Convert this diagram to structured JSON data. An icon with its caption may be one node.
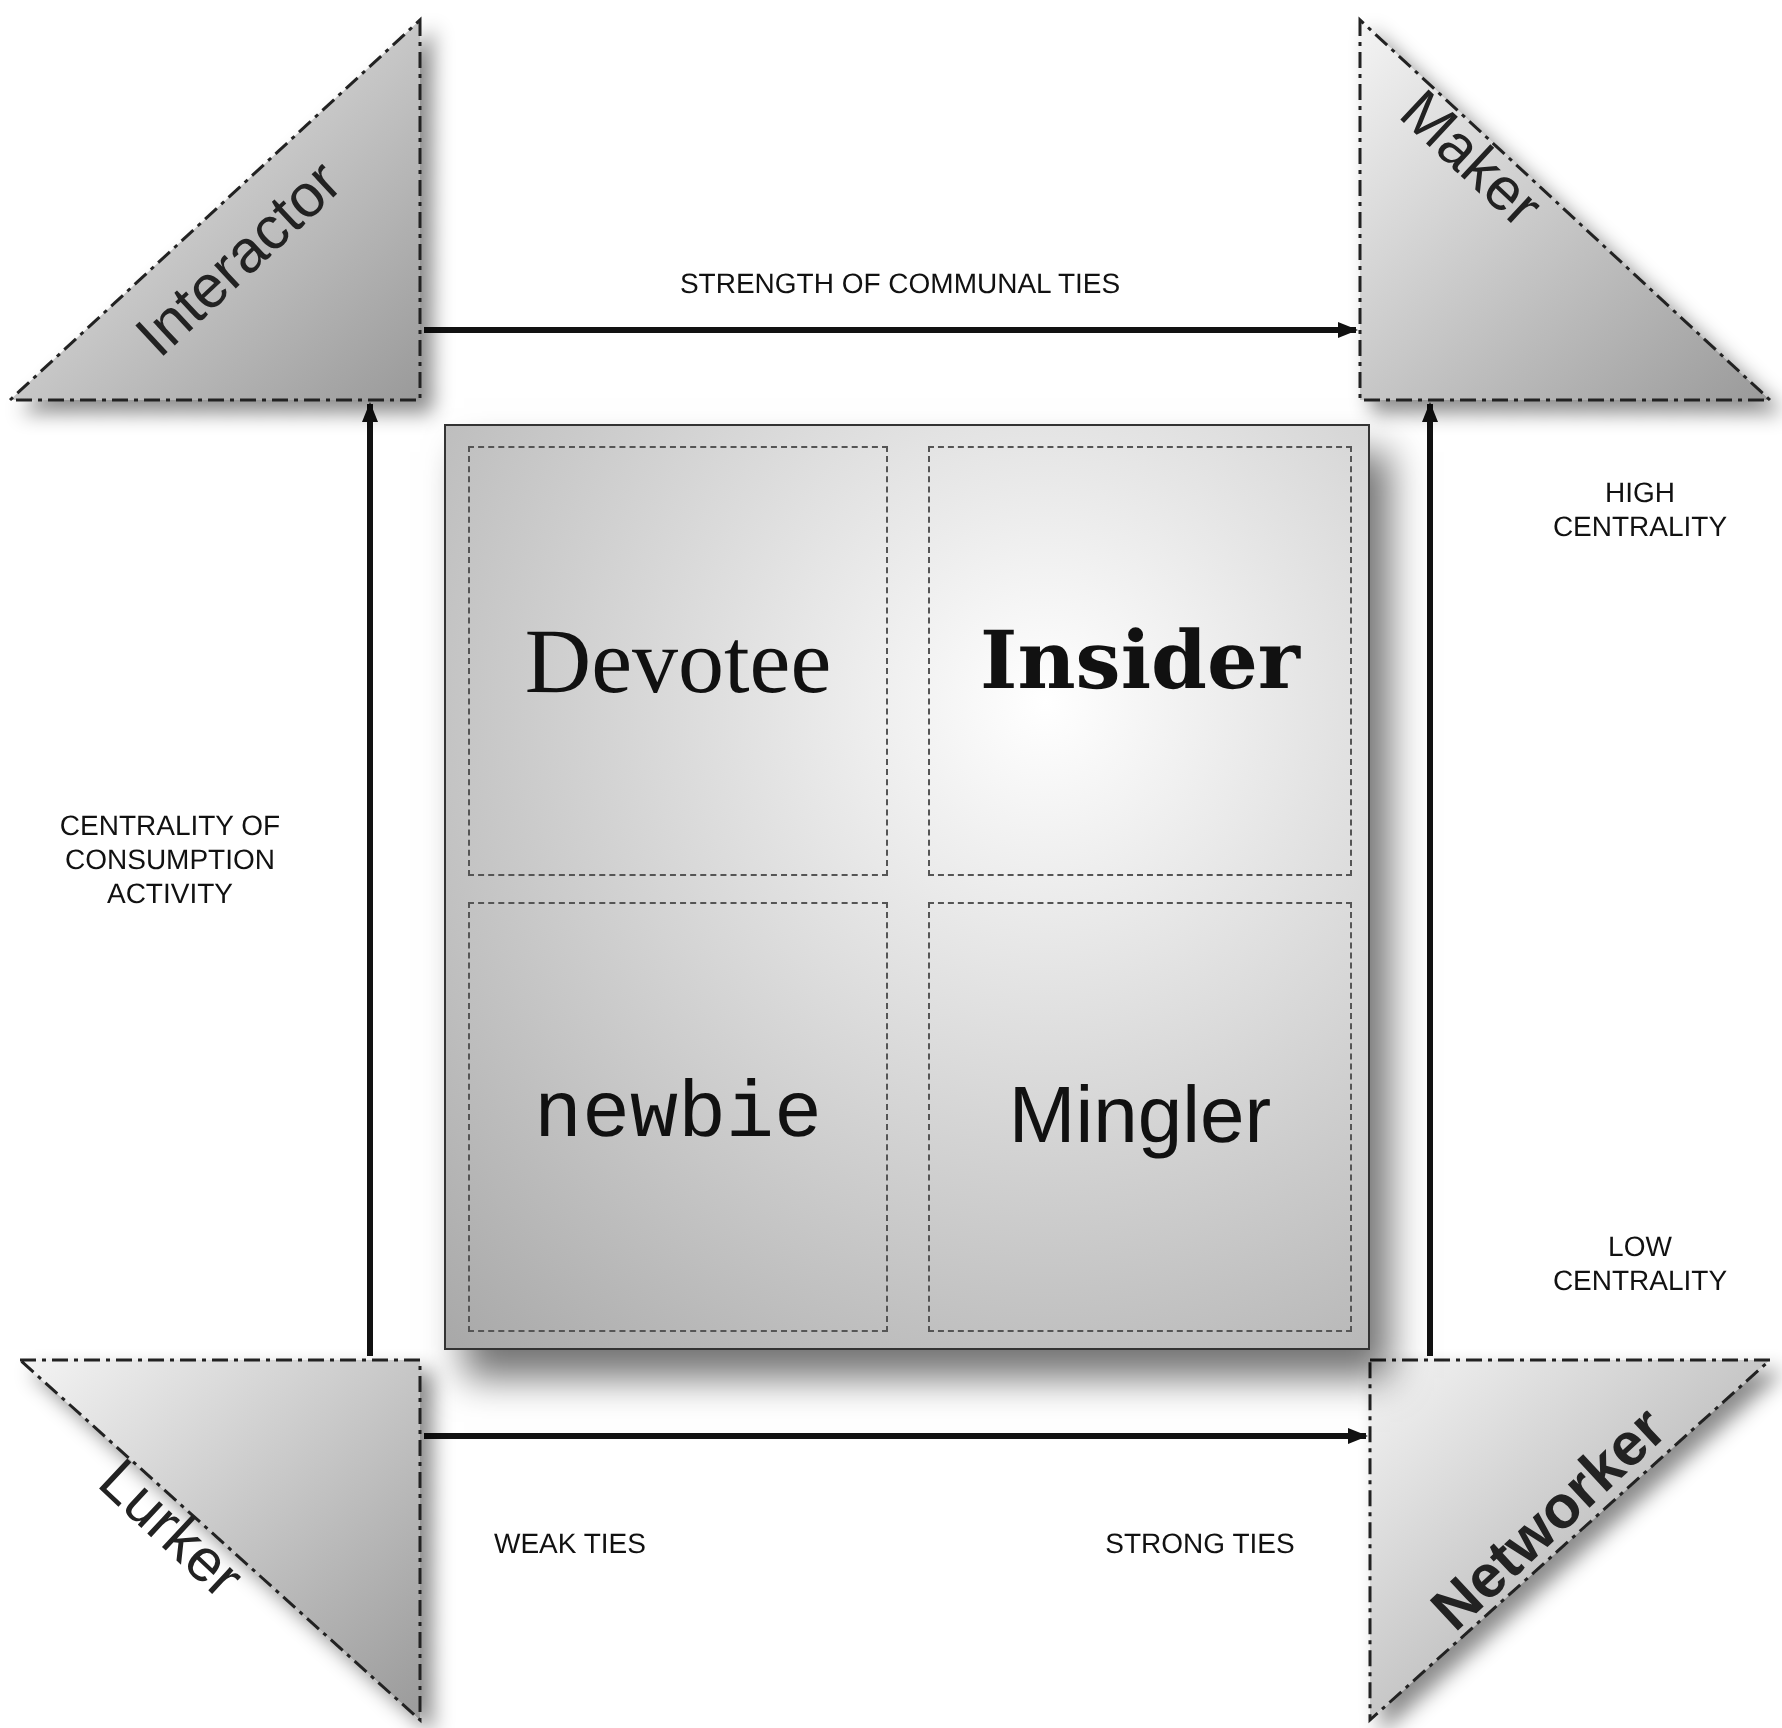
{
  "diagram": {
    "nodes": [
      {
        "text": [
          "Interactor"
        ]
      },
      {
        "text": [
          "Maker"
        ]
      },
      {
        "text": [
          "Lurker"
        ]
      },
      {
        "text": [
          "Networker"
        ]
      },
      {
        "text": [],
        "shape": "box"
      },
      {
        "text": [
          "Devotee"
        ],
        "in": 4
      },
      {
        "text": [
          "Insider"
        ],
        "in": 4
      },
      {
        "text": [
          "newbie"
        ],
        "in": 4
      },
      {
        "text": [
          "Mingler"
        ],
        "in": 4
      }
    ],
    "edges": [
      {
        "from": 0,
        "to": 1,
        "arrow": "to",
        "label": "STRENGTH OF COMMUNAL TIES"
      },
      {
        "from": 3,
        "to": 1,
        "arrow": "to"
      },
      {
        "from": 2,
        "to": 0,
        "arrow": "to",
        "label": "CENTRALITY OF CONSUMPTION ACTIVITY"
      },
      {
        "from": 2,
        "to": 3,
        "arrow": "to"
      }
    ],
    "labels": [
      "HIGH CENTRALITY",
      "LOW CENTRALITY",
      "WEAK TIES",
      "STRONG TIES"
    ]
  }
}
